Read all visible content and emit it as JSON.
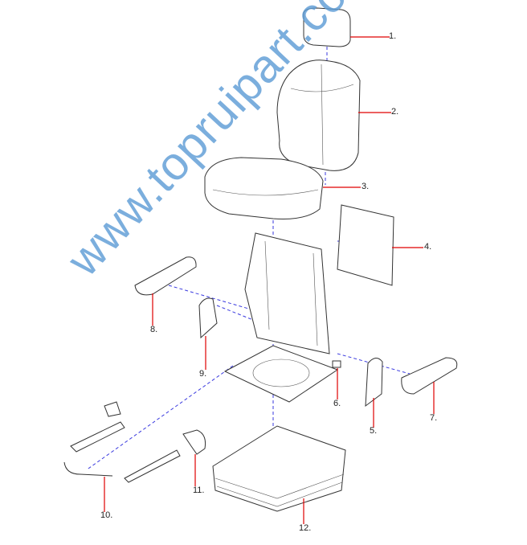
{
  "diagram": {
    "labels": [
      {
        "id": "1",
        "text": "1."
      },
      {
        "id": "2",
        "text": "2."
      },
      {
        "id": "3",
        "text": "3."
      },
      {
        "id": "4",
        "text": "4."
      },
      {
        "id": "5",
        "text": "5."
      },
      {
        "id": "6",
        "text": "6."
      },
      {
        "id": "7",
        "text": "7."
      },
      {
        "id": "8",
        "text": "8."
      },
      {
        "id": "9",
        "text": "9."
      },
      {
        "id": "10",
        "text": "10."
      },
      {
        "id": "11",
        "text": "11."
      },
      {
        "id": "12",
        "text": "12."
      }
    ],
    "watermark": "www.topruipart.com",
    "colors": {
      "leader": "#e00000",
      "dashed": "#3a3adf",
      "watermark": "#5b9bd5"
    }
  }
}
